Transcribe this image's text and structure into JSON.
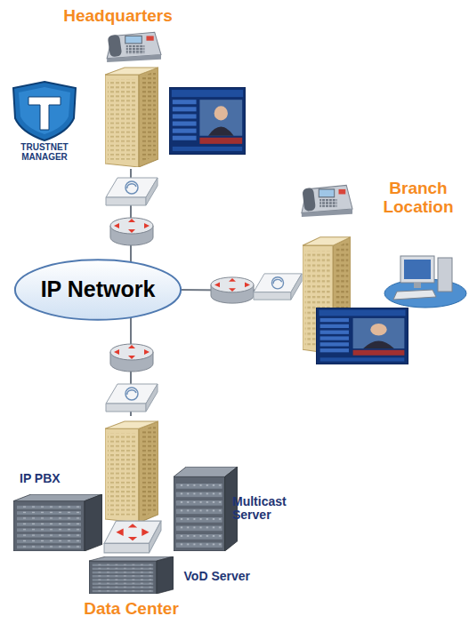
{
  "diagram": {
    "nodes": [
      {
        "text": [
          "Headquarters"
        ]
      },
      {
        "text": [
          "IP Network"
        ]
      },
      {
        "text": [
          "Branch Location"
        ]
      },
      {
        "text": [
          "Data Center"
        ]
      },
      {
        "text": [
          "IP PBX"
        ]
      },
      {
        "text": [
          "Multicast Server"
        ]
      },
      {
        "text": [
          "VoD Server"
        ]
      }
    ],
    "edges": [
      {
        "from": 0,
        "to": 1,
        "arrow": "none"
      },
      {
        "from": 2,
        "to": 1,
        "arrow": "none"
      },
      {
        "from": 3,
        "to": 1,
        "arrow": "none"
      }
    ],
    "labels": [
      "TRUSTNET MANAGER"
    ]
  }
}
